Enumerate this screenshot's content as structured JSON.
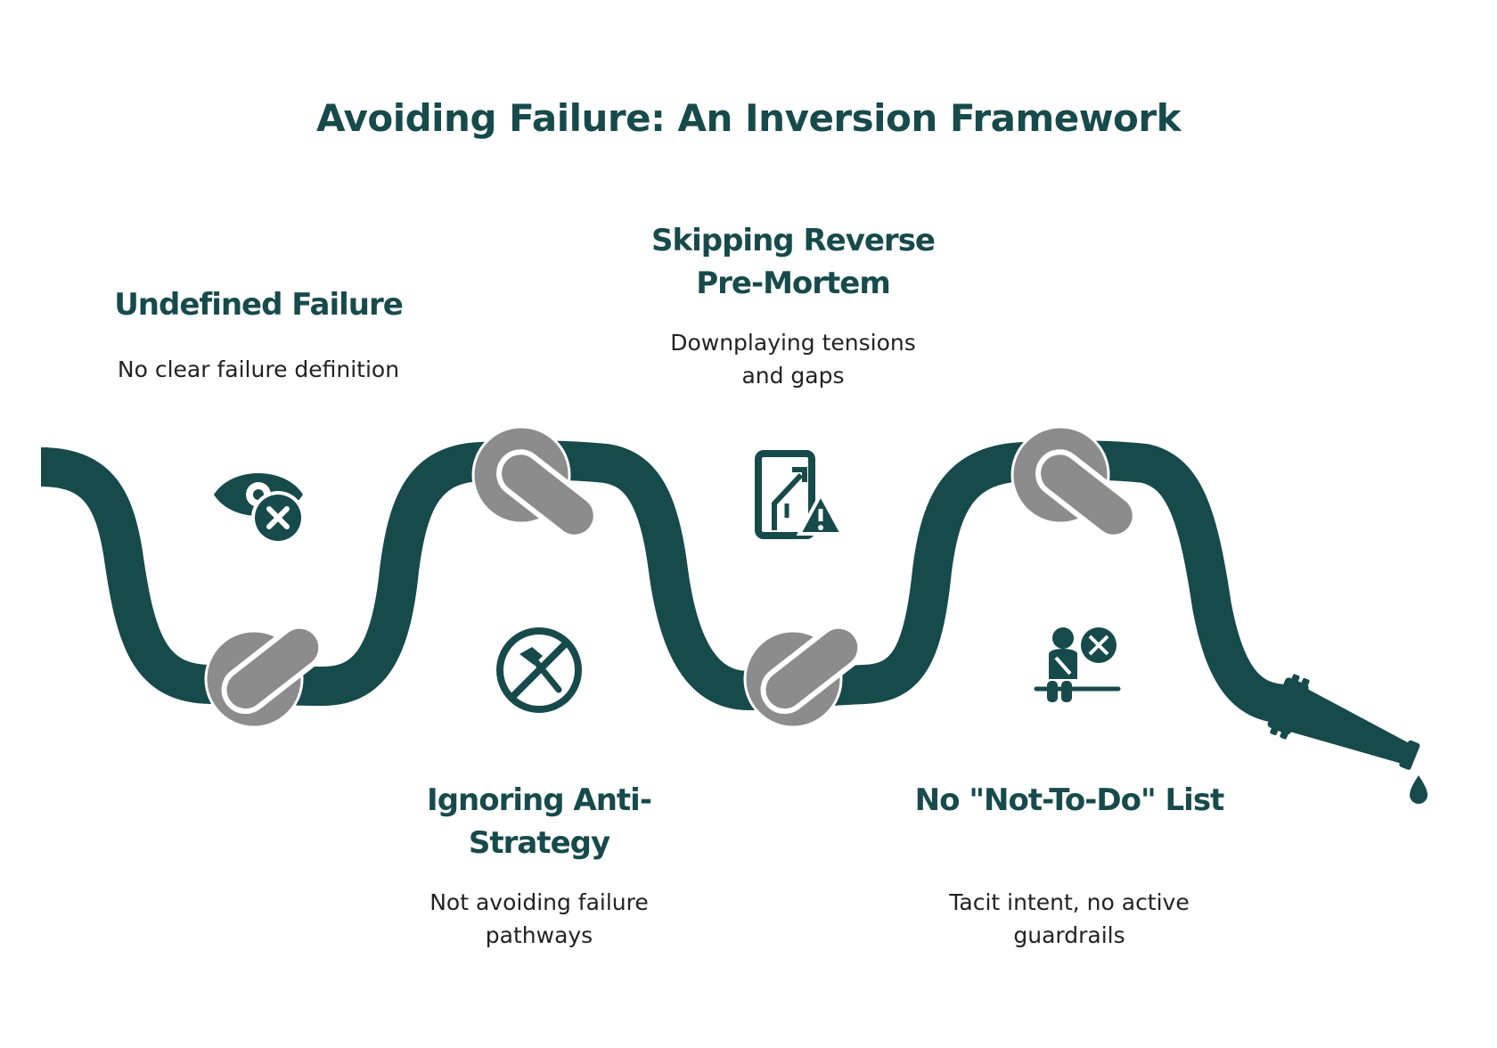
{
  "title": "Avoiding Failure: An Inversion Framework",
  "colors": {
    "hose": "#174a4b",
    "clamp": "#8c8c8c",
    "clamp_outline": "#ffffff",
    "title": "#174a4b",
    "text": "#222222"
  },
  "stages": [
    {
      "title": "Undefined Failure",
      "description": "No clear failure definition",
      "icon": "eye-x-icon",
      "position": "top"
    },
    {
      "title": "Ignoring Anti-Strategy",
      "description": "Not avoiding failure pathways",
      "icon": "no-axe-icon",
      "position": "bottom"
    },
    {
      "title": "Skipping Reverse Pre-Mortem",
      "description": "Downplaying tensions and gaps",
      "icon": "route-warning-icon",
      "position": "top"
    },
    {
      "title": "No \"Not-To-Do\" List",
      "description": "Tacit intent, no active guardrails",
      "icon": "person-x-icon",
      "position": "bottom"
    }
  ],
  "end_graphic": "hose-nozzle-drip-icon"
}
